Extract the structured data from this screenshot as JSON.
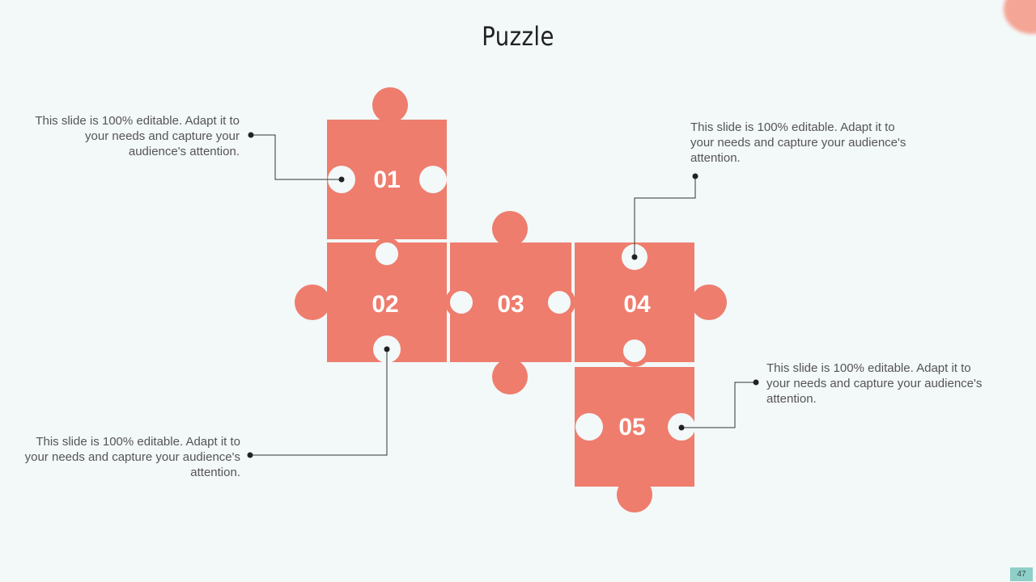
{
  "slide": {
    "title": "Puzzle",
    "slide_number": "47",
    "accent_color": "#ee7d6d",
    "background_color": "#f3f8f9"
  },
  "pieces": [
    {
      "label": "01"
    },
    {
      "label": "02"
    },
    {
      "label": "03"
    },
    {
      "label": "04"
    },
    {
      "label": "05"
    }
  ],
  "callouts": [
    {
      "text": "This slide is 100% editable. Adapt it to your needs and capture your audience's attention."
    },
    {
      "text": "This slide is 100% editable. Adapt it to your needs and capture your audience's attention."
    },
    {
      "text": "This slide is 100% editable. Adapt it to your needs and capture your audience's attention."
    },
    {
      "text": "This slide is 100% editable. Adapt it to your needs and capture your audience's attention."
    }
  ]
}
